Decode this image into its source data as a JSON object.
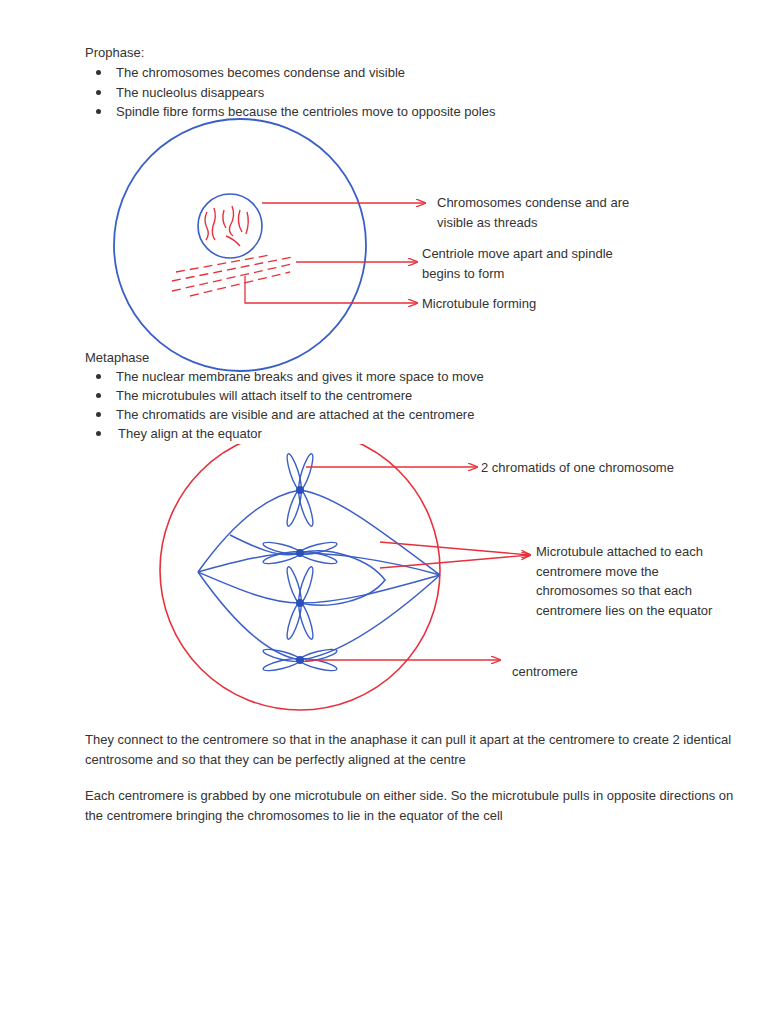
{
  "diagram": {
    "labels": [
      "Prophase:",
      "The chromosomes becomes condense and visible",
      "The nucleolus disappears",
      "Spindle fibre forms because the centrioles move to opposite poles",
      "Chromosomes condense and are visible as threads",
      "Centriole move apart and spindle begins to form",
      "Microtubule forming",
      "Metaphase",
      "The nuclear membrane breaks and gives it more space to move",
      "The microtubules will attach itself to the centromere",
      "The chromatids are visible and are attached at the centromere",
      "They align at the equator",
      "2 chromatids of one chromosome",
      "Microtubule attached to each centromere move the chromosomes so that each centromere lies on the equator",
      "centromere",
      "They connect to the centromere so that in the anaphase it can pull it apart at the centromere to create 2 identical centrosome and so that they can be perfectly aligned at the centre",
      "Each centromere is grabbed by one microtubule on either side. So the microtubule pulls in opposite directions on the centromere bringing the chromosomes to lie in the equator of the cell"
    ]
  }
}
